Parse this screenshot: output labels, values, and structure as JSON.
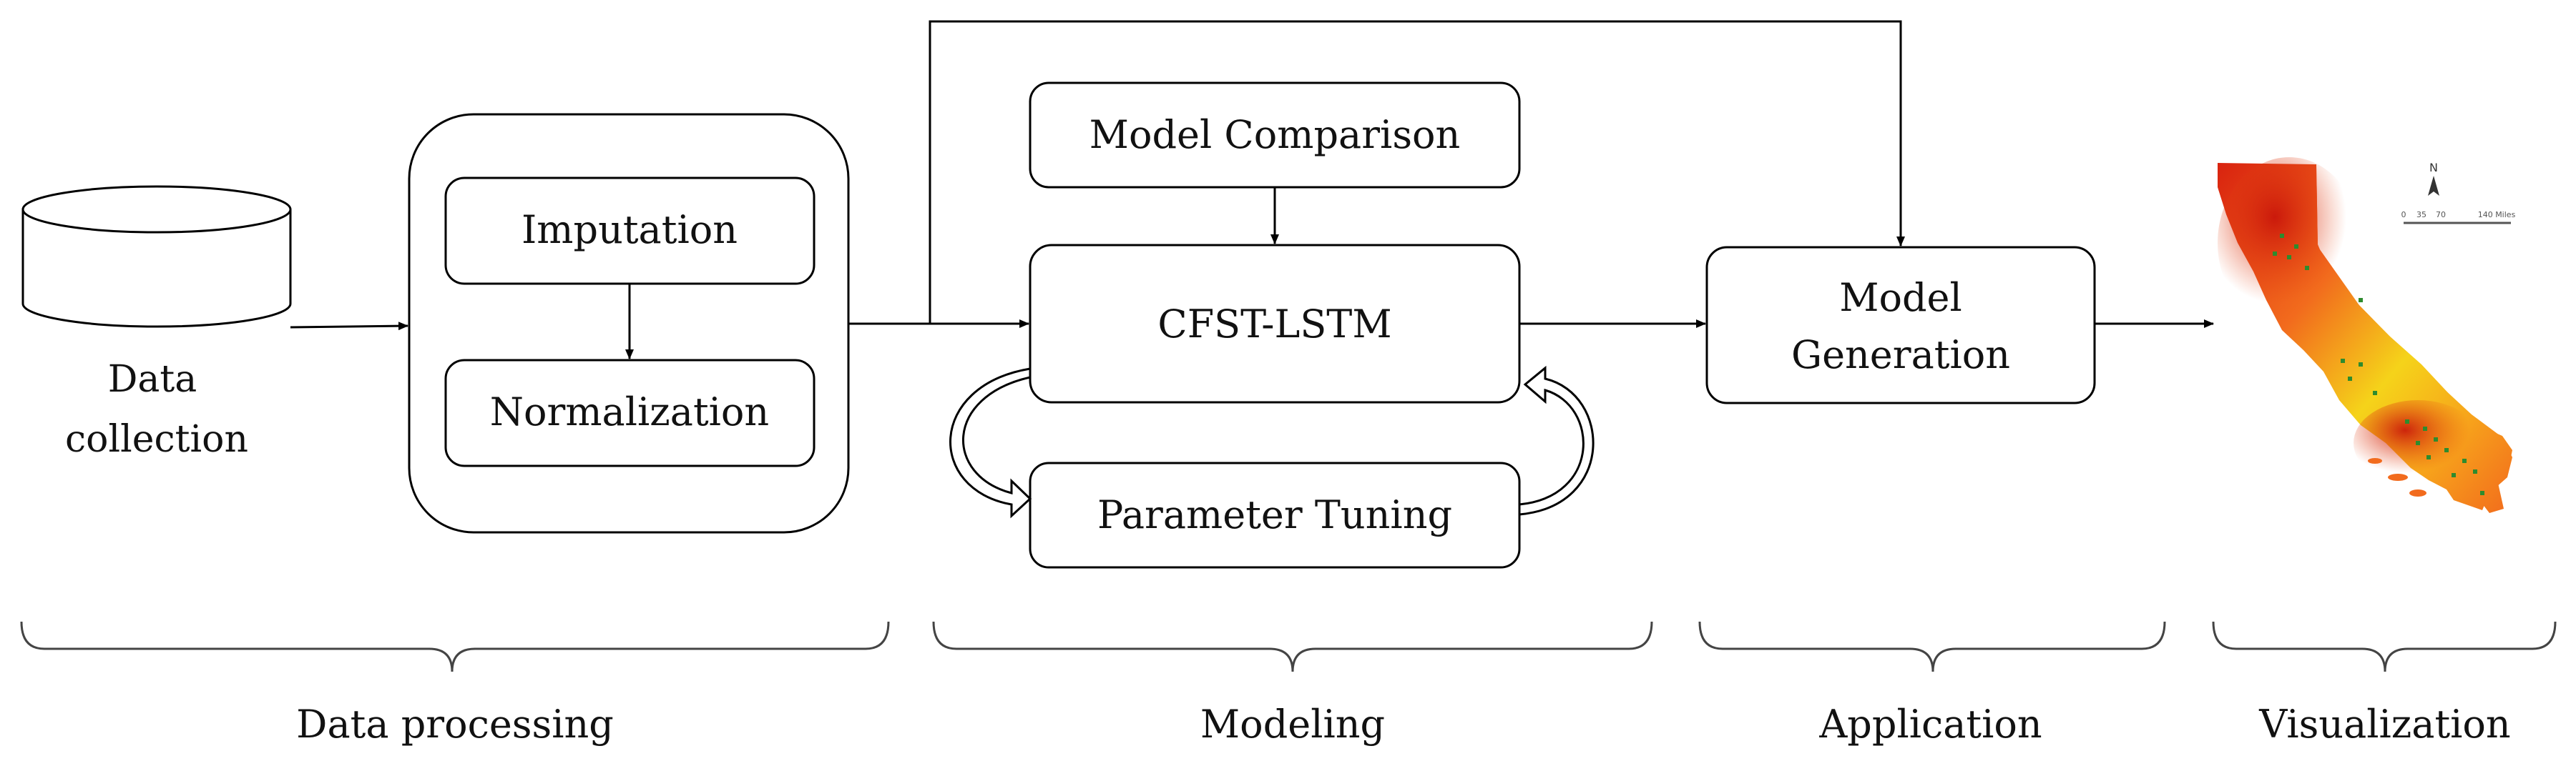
{
  "nodes": {
    "data_collection": [
      "Data",
      "collection"
    ],
    "imputation": "Imputation",
    "normalization": "Normalization",
    "model_comparison": "Model Comparison",
    "cfst_lstm": "CFST-LSTM",
    "parameter_tuning": "Parameter Tuning",
    "model_generation": [
      "Model",
      "Generation"
    ]
  },
  "map": {
    "north_label": "N",
    "scale_ticks": [
      "0",
      "35",
      "70",
      "140 Miles"
    ],
    "gradient_colors": [
      "#d9230f",
      "#f26b1d",
      "#f7a21b",
      "#f5d31a"
    ],
    "marker_color": "#2e8b2e"
  },
  "stages": [
    "Data processing",
    "Modeling",
    "Application",
    "Visualization"
  ]
}
